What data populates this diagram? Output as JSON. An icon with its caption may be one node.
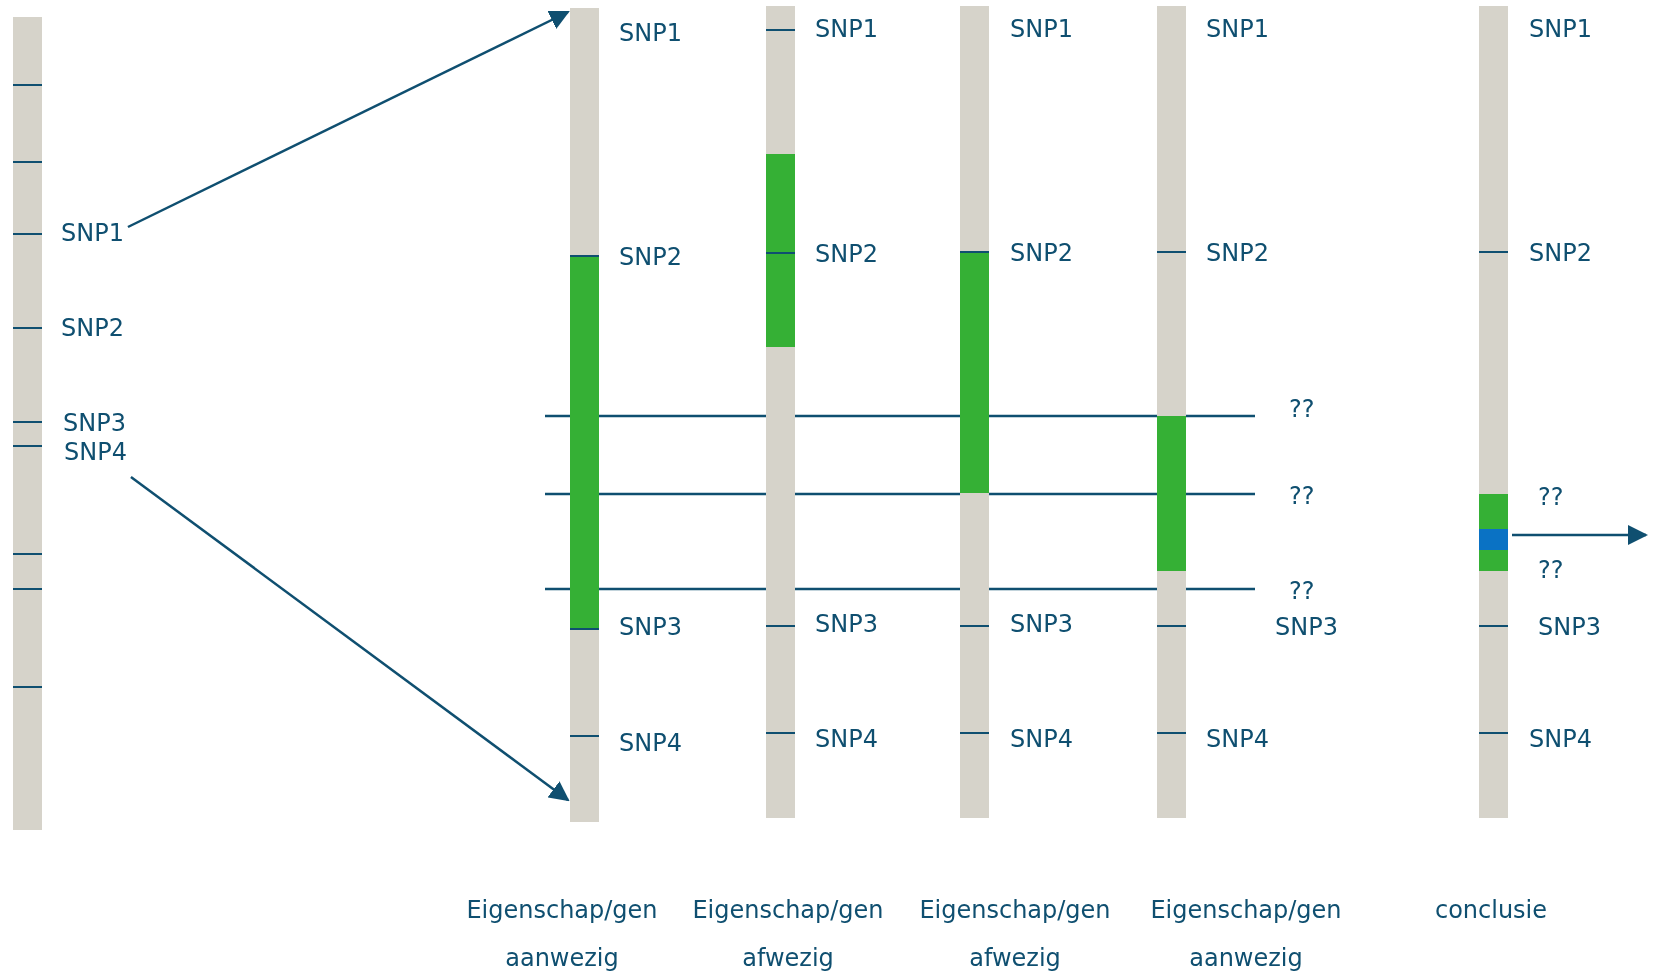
{
  "diagram": {
    "nodes": [
      {
        "text": [],
        "shape": "bar"
      },
      {
        "text": [
          "SNP1"
        ]
      },
      {
        "text": [
          "SNP4"
        ]
      },
      {
        "text": [],
        "shape": "bar"
      },
      {
        "text": [],
        "shape": "bar"
      },
      {
        "text": [],
        "shape": "bar"
      },
      {
        "text": [],
        "shape": "bar"
      },
      {
        "text": [],
        "shape": "bar"
      }
    ],
    "edges": [
      {
        "from": 1,
        "to": 3,
        "arrow": "to"
      },
      {
        "from": 2,
        "to": 3,
        "arrow": "to"
      },
      {
        "from": 7,
        "to": null,
        "arrow": "to"
      }
    ],
    "labels": [
      "SNP2",
      "SNP3",
      "SNP1",
      "SNP2",
      "SNP3",
      "SNP4",
      "SNP1",
      "SNP2",
      "SNP3",
      "SNP4",
      "SNP1",
      "SNP2",
      "SNP3",
      "SNP4",
      "SNP1",
      "SNP2",
      "SNP3",
      "SNP4",
      "??",
      "??",
      "??",
      "SNP1",
      "SNP2",
      "??",
      "??",
      "SNP3",
      "SNP4",
      "Eigenschap/gen aanwezig",
      "Eigenschap/gen afwezig",
      "Eigenschap/gen afwezig",
      "Eigenschap/gen aanwezig",
      "conclusie"
    ]
  }
}
